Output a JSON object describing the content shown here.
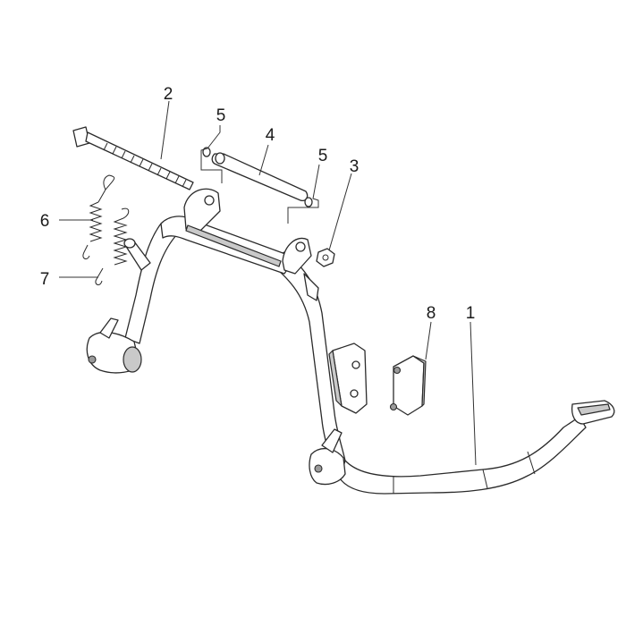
{
  "diagram": {
    "colors": {
      "line": "#2b2b2b",
      "shade": "#c9c9c9",
      "background": "#ffffff"
    },
    "callouts": [
      {
        "id": "1",
        "label": "1"
      },
      {
        "id": "2",
        "label": "2"
      },
      {
        "id": "3",
        "label": "3"
      },
      {
        "id": "4",
        "label": "4"
      },
      {
        "id": "5a",
        "label": "5"
      },
      {
        "id": "5b",
        "label": "5"
      },
      {
        "id": "6",
        "label": "6"
      },
      {
        "id": "7",
        "label": "7"
      },
      {
        "id": "8",
        "label": "8"
      }
    ]
  }
}
